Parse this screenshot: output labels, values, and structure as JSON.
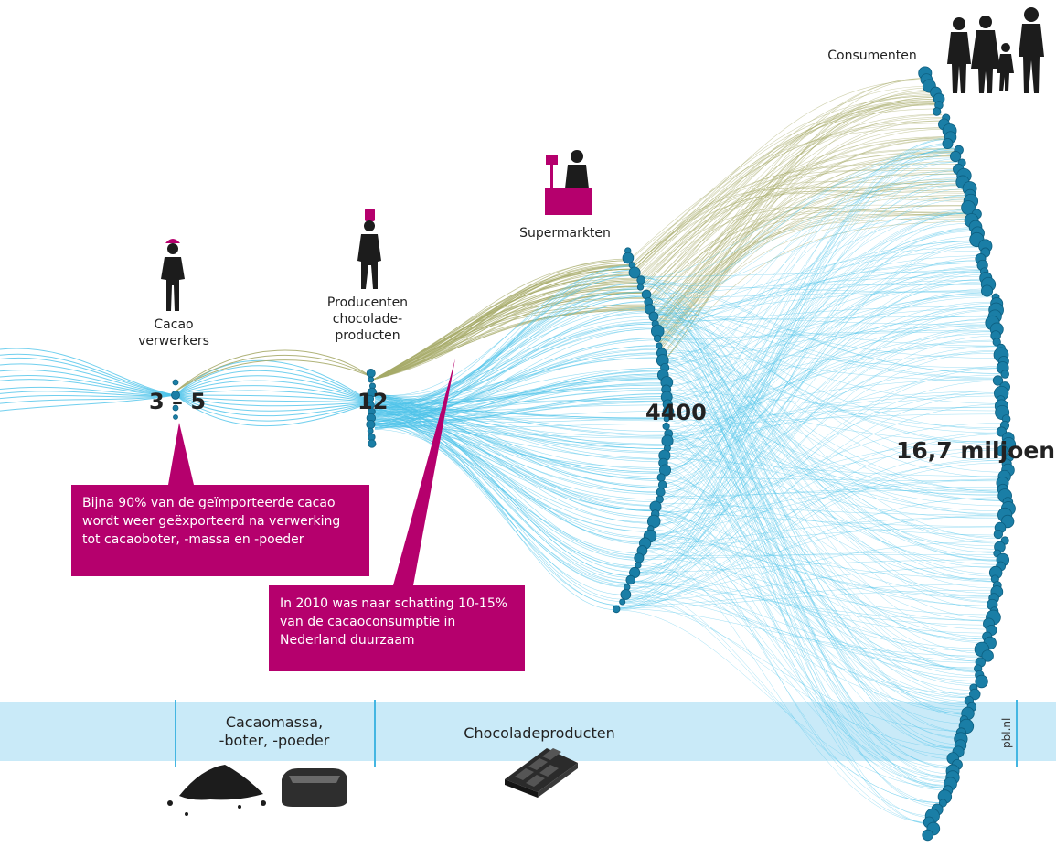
{
  "stages": {
    "verwerkers": {
      "label_line1": "Cacao",
      "label_line2": "verwerkers",
      "count": "3 – 5"
    },
    "producenten": {
      "label_line1": "Producenten",
      "label_line2": "chocolade-",
      "label_line3": "producten",
      "count": "12"
    },
    "supermarkten": {
      "label": "Supermarkten",
      "count": "4400"
    },
    "consumenten": {
      "label": "Consumenten",
      "count": "16,7 miljoen"
    }
  },
  "callouts": {
    "export": {
      "line1": "Bijna 90% van de geïmporteerde cacao",
      "line2": "wordt weer geëxporteerd na verwerking",
      "line3": "tot cacaoboter, -massa en -poeder"
    },
    "duurzaam": {
      "line1": "In 2010 was naar schatting 10-15%",
      "line2": "van de cacaoconsumptie in",
      "line3": "Nederland duurzaam"
    }
  },
  "band": {
    "cacaomassa_line1": "Cacaomassa,",
    "cacaomassa_line2": "-boter, -poeder",
    "chocoladeproducten": "Chocoladeproducten",
    "credit": "pbl.nl"
  },
  "colors": {
    "flow_blue": "#4cc3ea",
    "flow_olive": "#a7ab6a",
    "node": "#1a7ea6",
    "magenta": "#b5006d",
    "band": "#c9eaf8",
    "band_line": "#44b6e2",
    "silhouette": "#1c1c1c"
  },
  "icons": [
    "worker-icon",
    "chef-icon",
    "cashier-icon",
    "family-icon",
    "cocoa-powder-icon",
    "cocoa-block-icon",
    "chocolate-bar-icon"
  ]
}
